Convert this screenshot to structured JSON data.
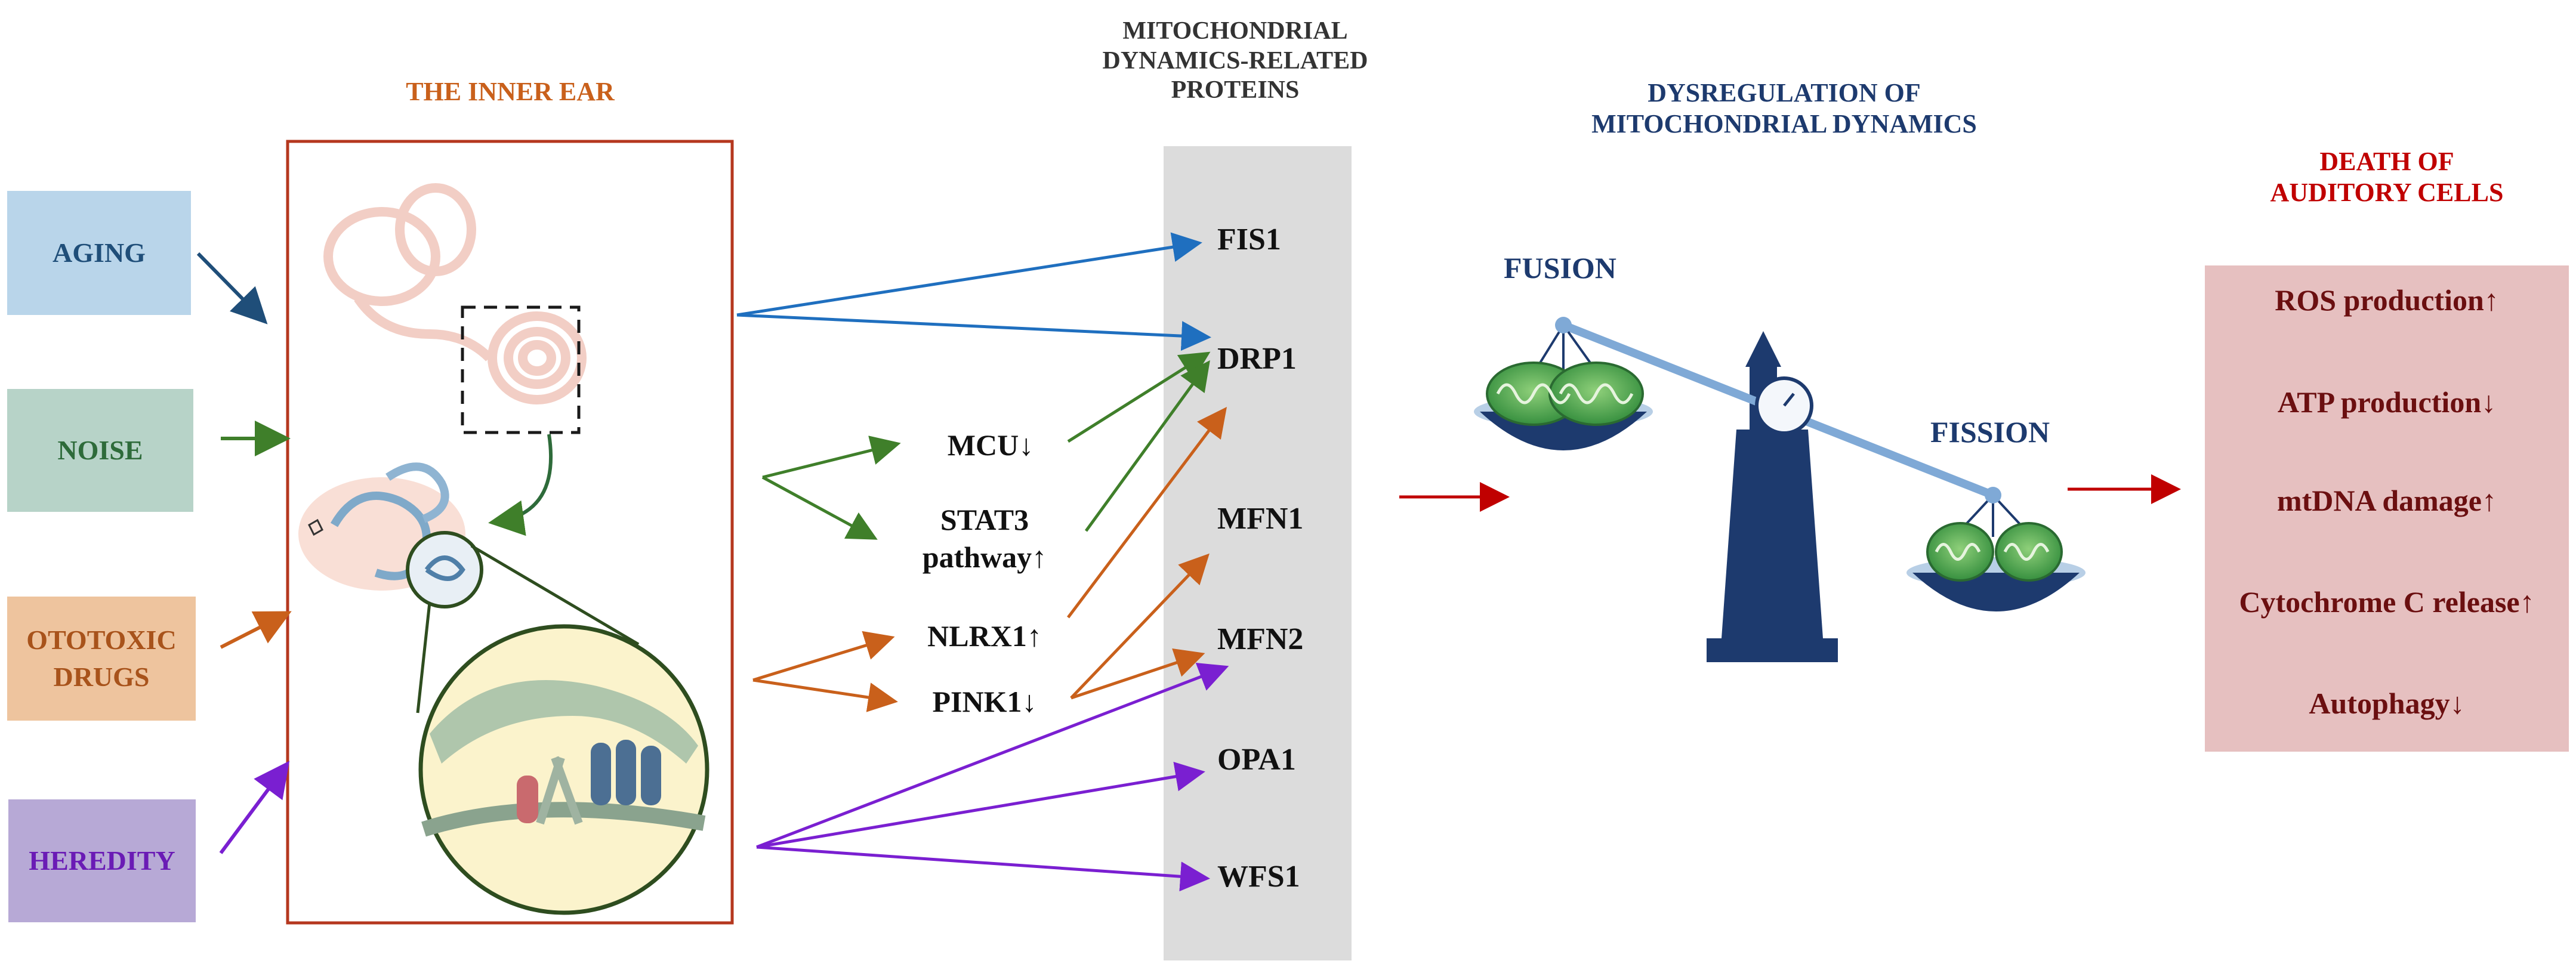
{
  "headings": {
    "inner_ear": "THE INNER EAR",
    "proteins_line1": "MITOCHONDRIAL",
    "proteins_line2": "DYNAMICS-RELATED",
    "proteins_line3": "PROTEINS",
    "dysregulation_line1": "DYSREGULATION OF",
    "dysregulation_line2": "MITOCHONDRIAL DYNAMICS",
    "death_line1": "DEATH OF",
    "death_line2": "AUDITORY CELLS"
  },
  "causes": [
    {
      "line1": "AGING",
      "line2": ""
    },
    {
      "line1": "NOISE",
      "line2": ""
    },
    {
      "line1": "OTOTOXIC",
      "line2": "DRUGS"
    },
    {
      "line1": "HEREDITY",
      "line2": ""
    }
  ],
  "mediators": {
    "mcu": "MCU↓",
    "stat3_line1": "STAT3",
    "stat3_line2": "pathway↑",
    "nlrx1": "NLRX1↑",
    "pink1": "PINK1↓"
  },
  "proteins": [
    "FIS1",
    "DRP1",
    "MFN1",
    "MFN2",
    "OPA1",
    "WFS1"
  ],
  "balance": {
    "fusion": "FUSION",
    "fission": "FISSION"
  },
  "outcomes": [
    "ROS production↑",
    "ATP production↓",
    "mtDNA damage↑",
    "Cytochrome C release↑",
    "Autophagy↓"
  ],
  "colors": {
    "aging": "#1f4e79",
    "aging_box": "#b9d5ea",
    "noise": "#2e6b3a",
    "noise_box": "#b7d3c8",
    "drugs": "#a8531b",
    "drugs_box": "#eec49e",
    "heredity": "#6a1bb5",
    "heredity_box": "#b7a9d6",
    "protein_column": "#dcdcdc",
    "navy": "#1d3a6e",
    "death_red": "#c00000",
    "outcome_box": "#e6c0c0",
    "inner_ear_orange": "#c9601b",
    "frame_red": "#b5371e"
  },
  "icons": [
    "cochlea-icon",
    "zoom-circle-icon",
    "mitochondrion-icon",
    "balance-scale-icon"
  ]
}
